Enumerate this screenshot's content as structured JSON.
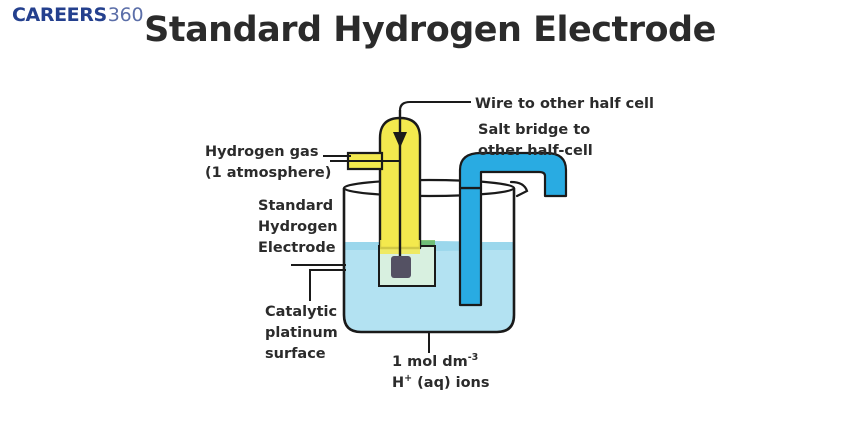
{
  "brand": {
    "name_bold": "CAREERS",
    "name_light": "360",
    "color_bold": "#24408e",
    "color_light": "#5b6ea8"
  },
  "header": {
    "title": "Standard Hydrogen Electrode",
    "title_color": "#2b2b2b"
  },
  "diagram": {
    "alt": "Standard hydrogen electrode apparatus diagram",
    "labels": {
      "wire": "Wire to other half cell",
      "salt_bridge_line1": "Salt bridge to",
      "salt_bridge_line2": "other half-cell",
      "hydrogen_gas_line1": "Hydrogen gas",
      "hydrogen_gas_line2": "(1 atmosphere)",
      "electrode_line1": "Standard",
      "electrode_line2": "Hydrogen",
      "electrode_line3": "Electrode",
      "platinum_line1": "Catalytic",
      "platinum_line2": "platinum",
      "platinum_line3": "surface",
      "solution_conc_main": "1 mol dm",
      "solution_conc_sup": "-3",
      "solution_ion_h": "H",
      "solution_ion_sup": "+",
      "solution_ion_rest": " (aq) ions"
    },
    "colors": {
      "outline": "#1a1a1a",
      "gas_tube_yellow": "#f3e94e",
      "salt_bridge_blue": "#29abe2",
      "solution_blue": "#b3e2f2",
      "solution_blue_dark": "#9bd7ec",
      "green_band": "#5eb44b",
      "electrode_glass": "#d8f0e0",
      "platinum_square": "#545163",
      "label_text": "#2b2b2b",
      "background": "#ffffff"
    }
  }
}
